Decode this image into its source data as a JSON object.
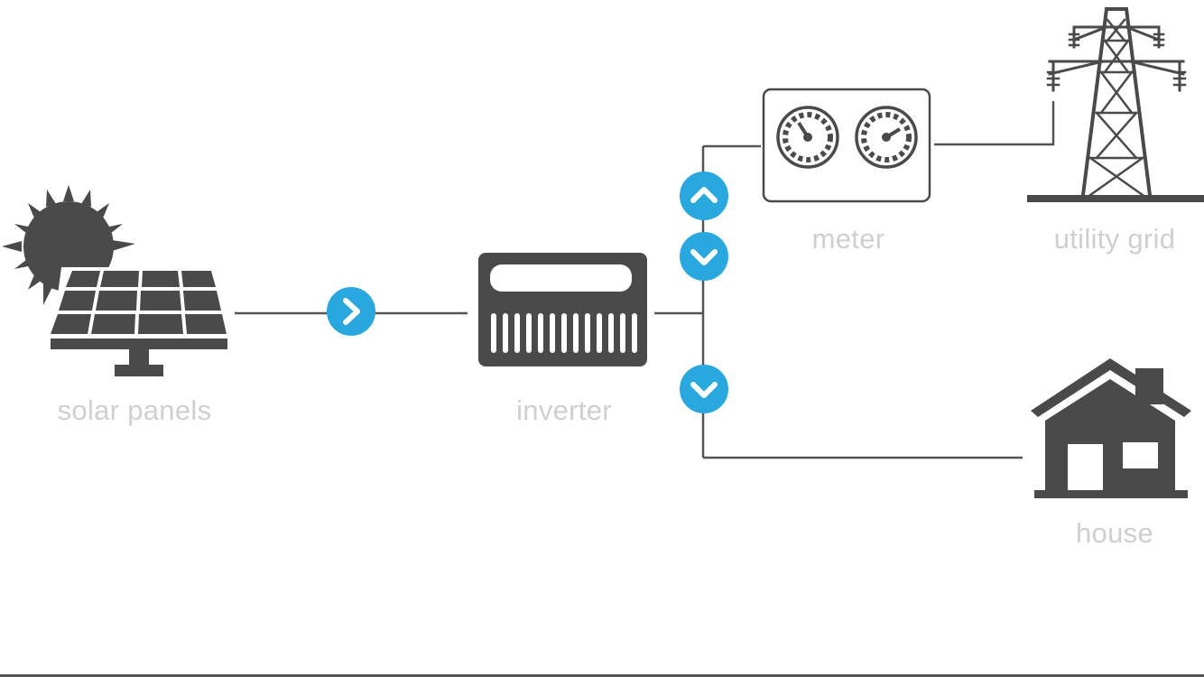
{
  "nodes": {
    "solar_panels": {
      "label": "solar panels"
    },
    "inverter": {
      "label": "inverter"
    },
    "meter": {
      "label": "meter"
    },
    "utility_grid": {
      "label": "utility grid"
    },
    "house": {
      "label": "house"
    }
  },
  "colors": {
    "icon": "#4a4a4a",
    "line": "#555555",
    "arrow": "#29a8e0",
    "label": "#cfcfcf"
  },
  "icons": [
    "sun-icon",
    "solar-panel-icon",
    "inverter-icon",
    "meter-icon",
    "power-tower-icon",
    "house-icon",
    "chevron-right-icon",
    "chevron-up-icon",
    "chevron-down-icon"
  ]
}
